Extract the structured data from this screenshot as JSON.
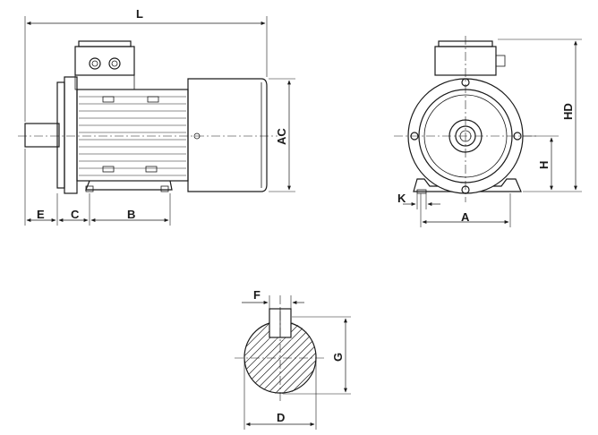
{
  "labels": {
    "L": "L",
    "AC": "AC",
    "HD": "HD",
    "H": "H",
    "E": "E",
    "C": "C",
    "B": "B",
    "A": "A",
    "K": "K",
    "F": "F",
    "G": "G",
    "D": "D"
  }
}
